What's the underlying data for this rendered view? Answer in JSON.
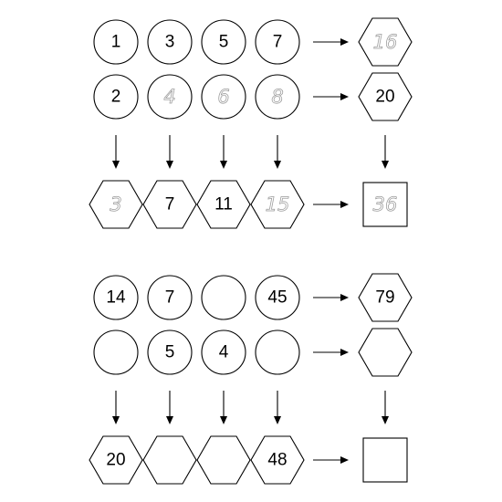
{
  "colors": {
    "line": "#000000",
    "print": "#000000",
    "handwritten": "#9a9a9a"
  },
  "puzzles": [
    {
      "row1": [
        {
          "v": "1",
          "hand": false
        },
        {
          "v": "3",
          "hand": false
        },
        {
          "v": "5",
          "hand": false
        },
        {
          "v": "7",
          "hand": false
        }
      ],
      "row1_total": {
        "v": "16",
        "hand": true
      },
      "row2": [
        {
          "v": "2",
          "hand": false
        },
        {
          "v": "4",
          "hand": true
        },
        {
          "v": "6",
          "hand": true
        },
        {
          "v": "8",
          "hand": true
        }
      ],
      "row2_total": {
        "v": "20",
        "hand": false
      },
      "sums": [
        {
          "v": "3",
          "hand": true
        },
        {
          "v": "7",
          "hand": false
        },
        {
          "v": "11",
          "hand": false
        },
        {
          "v": "15",
          "hand": true
        }
      ],
      "grand_total": {
        "v": "36",
        "hand": true
      }
    },
    {
      "row1": [
        {
          "v": "14",
          "hand": false
        },
        {
          "v": "7",
          "hand": false
        },
        {
          "v": "",
          "hand": false
        },
        {
          "v": "45",
          "hand": false
        }
      ],
      "row1_total": {
        "v": "79",
        "hand": false
      },
      "row2": [
        {
          "v": "",
          "hand": false
        },
        {
          "v": "5",
          "hand": false
        },
        {
          "v": "4",
          "hand": false
        },
        {
          "v": "",
          "hand": false
        }
      ],
      "row2_total": {
        "v": "",
        "hand": false
      },
      "sums": [
        {
          "v": "20",
          "hand": false
        },
        {
          "v": "",
          "hand": false
        },
        {
          "v": "",
          "hand": false
        },
        {
          "v": "48",
          "hand": false
        }
      ],
      "grand_total": {
        "v": "",
        "hand": false
      }
    }
  ]
}
